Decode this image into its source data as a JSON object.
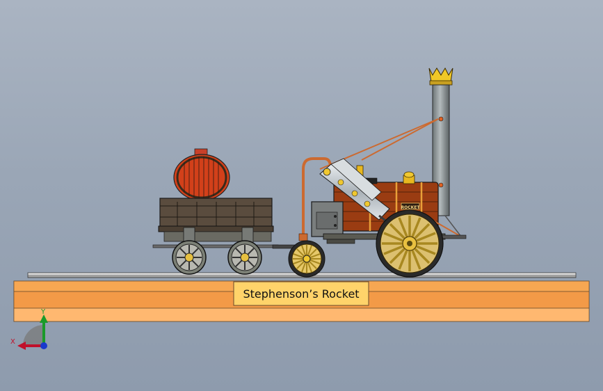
{
  "model": {
    "plaque_text": "Stephenson’s Rocket",
    "tender_emblem": "ROCKET"
  },
  "triad": {
    "x_label": "X",
    "y_label": "Y",
    "icon": "coordinate-triad-icon"
  },
  "colors": {
    "background_top": "#aab4c2",
    "background_bottom": "#8e9bad",
    "base_orange": "#f9a354",
    "base_light": "#ffb870",
    "plaque": "#ffd36a",
    "boiler_wood": "#9a3c12",
    "barrel_red": "#d2401a",
    "copper": "#c8673a",
    "brass": "#e8b820",
    "chimney": "#8d9496",
    "wagon_wood": "#5a4c3e",
    "axis_x": "#c0102a",
    "axis_y": "#1a9a2a",
    "axis_z": "#1a3acc"
  }
}
